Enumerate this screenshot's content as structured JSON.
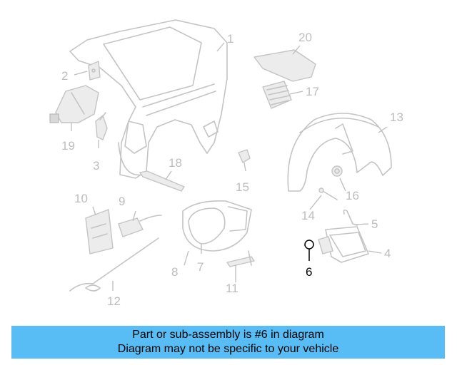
{
  "diagram": {
    "callouts": [
      "1",
      "2",
      "3",
      "4",
      "5",
      "6",
      "7",
      "8",
      "9",
      "10",
      "11",
      "12",
      "13",
      "14",
      "15",
      "16",
      "17",
      "18",
      "19",
      "20"
    ],
    "highlighted_callout": "6",
    "colors": {
      "parts": "#c4c4c4",
      "highlight": "#000000",
      "banner": "#58bdf5"
    }
  },
  "banner": {
    "line1": "Part or sub-assembly is #6 in diagram",
    "line2": "Diagram may not be specific to your vehicle"
  }
}
